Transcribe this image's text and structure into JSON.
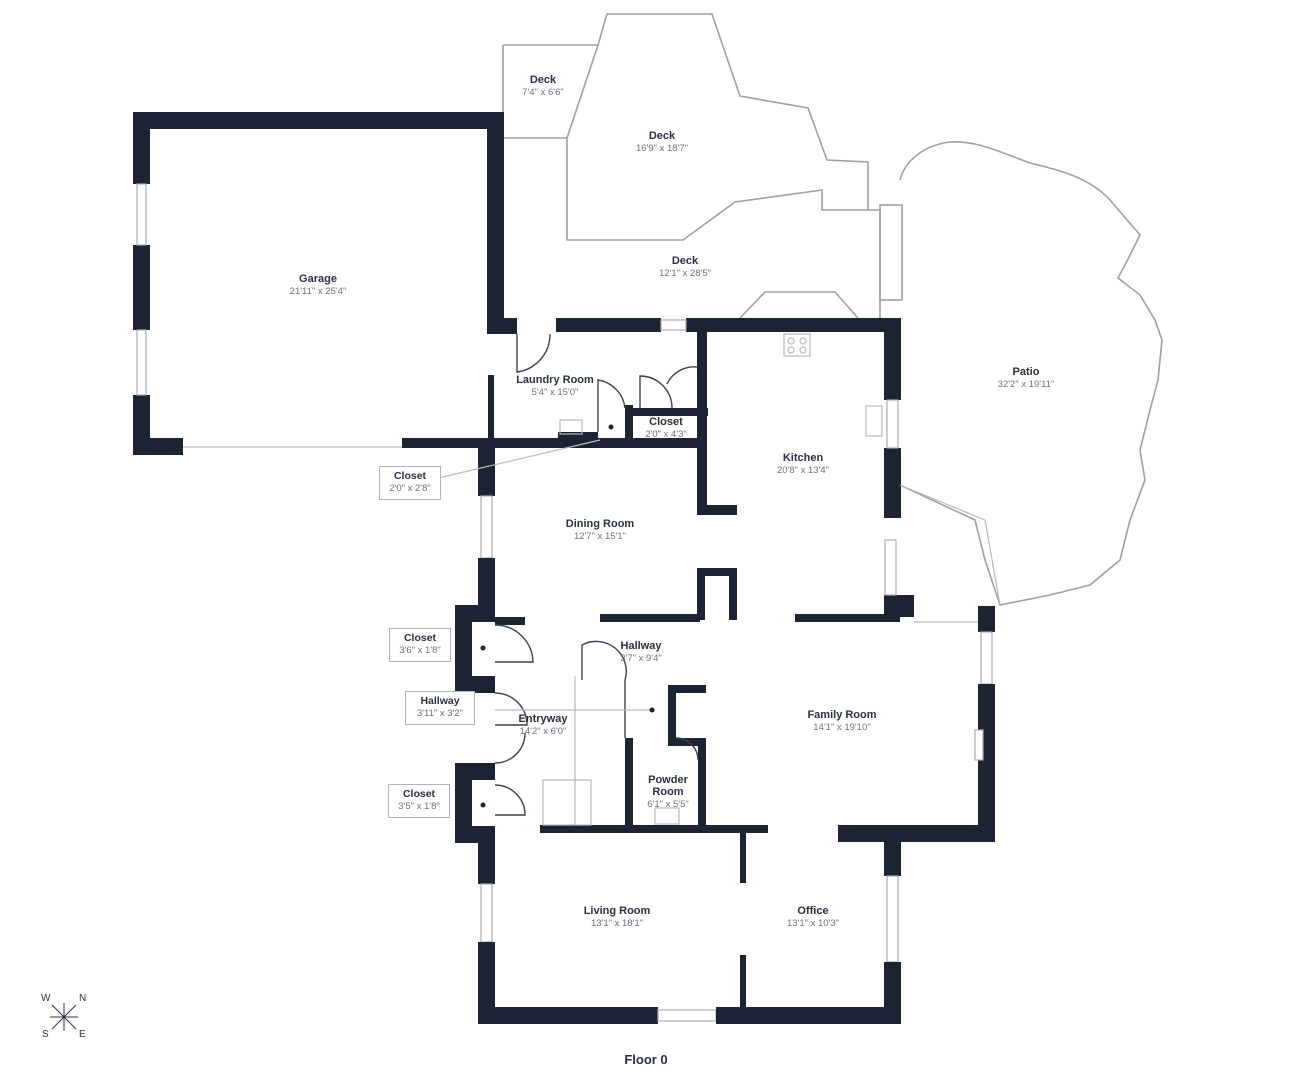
{
  "floor_label": "Floor 0",
  "rooms": {
    "deck_small": {
      "name": "Deck",
      "dims": "7'4\" x 6'6\""
    },
    "deck_main": {
      "name": "Deck",
      "dims": "16'9\" x 18'7\""
    },
    "deck_lower": {
      "name": "Deck",
      "dims": "12'1\" x 28'5\""
    },
    "garage": {
      "name": "Garage",
      "dims": "21'11\" x 25'4\""
    },
    "patio": {
      "name": "Patio",
      "dims": "32'2\" x 19'11\""
    },
    "laundry": {
      "name": "Laundry Room",
      "dims": "5'4\" x 15'0\""
    },
    "closet_upper": {
      "name": "Closet",
      "dims": "2'0\" x 4'3\""
    },
    "kitchen": {
      "name": "Kitchen",
      "dims": "20'8\" x 13'4\""
    },
    "dining": {
      "name": "Dining Room",
      "dims": "12'7\" x 15'1\""
    },
    "hallway_center": {
      "name": "Hallway",
      "dims": "3'7\" x 9'4\""
    },
    "entryway": {
      "name": "Entryway",
      "dims": "14'2\" x 6'0\""
    },
    "family": {
      "name": "Family Room",
      "dims": "14'1\" x 19'10\""
    },
    "powder": {
      "name": "Powder Room",
      "dims": "6'1\" x 5'5\""
    },
    "living": {
      "name": "Living Room",
      "dims": "13'1\" x 18'1\""
    },
    "office": {
      "name": "Office",
      "dims": "13'1\" x 10'3\""
    }
  },
  "callouts": {
    "closet_a": {
      "name": "Closet",
      "dims": "2'0\" x 2'8\""
    },
    "closet_b": {
      "name": "Closet",
      "dims": "3'6\" x 1'8\""
    },
    "hallway_b": {
      "name": "Hallway",
      "dims": "3'11\" x 3'2\""
    },
    "closet_c": {
      "name": "Closet",
      "dims": "3'5\" x 1'8\""
    }
  },
  "compass": {
    "w": "W",
    "n": "N",
    "s": "S",
    "e": "E"
  },
  "colors": {
    "wall": "#1c2434",
    "outline": "#9aa0a8"
  }
}
